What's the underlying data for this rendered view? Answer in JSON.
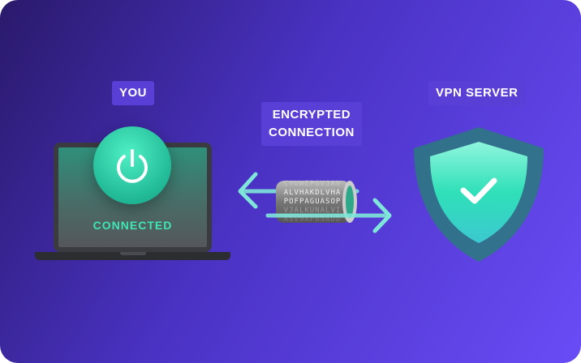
{
  "labels": {
    "you": "YOU",
    "encrypted": [
      "ENCRYPTED",
      "CONNECTION"
    ],
    "vpn_server": "VPN SERVER"
  },
  "laptop": {
    "status": "CONNECTED",
    "icon": "power-icon"
  },
  "tube": {
    "lines": [
      "CYUWEPGVJAV",
      "ALVHAKDLVHA",
      "POFPAGUASOP",
      "VJALKUNALVI",
      "ASV9AF09AUD"
    ]
  },
  "shield": {
    "icon": "checkmark-icon"
  },
  "colors": {
    "accent": "#3fe6b6",
    "label_bg": "#5a3fd6",
    "arrow": "#7fe6d9"
  }
}
